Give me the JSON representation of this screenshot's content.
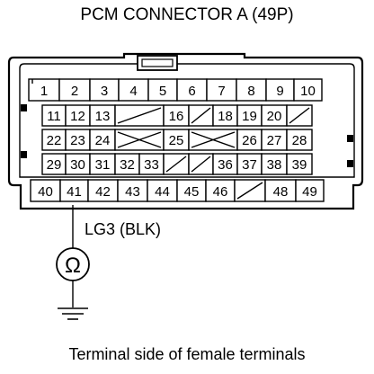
{
  "title": "PCM CONNECTOR A (49P)",
  "caption": "Terminal side of female terminals",
  "probe_label": "LG3 (BLK)",
  "meter_symbol": "Ω",
  "probe_terminal": "41",
  "ground_symbol": "ground-icon",
  "rows": [
    [
      "1",
      "2",
      "3",
      "4",
      "5",
      "6",
      "7",
      "8",
      "9",
      "10"
    ],
    [
      "11",
      "12",
      "13",
      "",
      "16",
      "",
      "18",
      "19",
      "20",
      ""
    ],
    [
      "22",
      "23",
      "24",
      "",
      "25",
      "",
      "26",
      "27",
      "28"
    ],
    [
      "29",
      "30",
      "31",
      "32",
      "33",
      "",
      "",
      "36",
      "37",
      "38",
      "39"
    ],
    [
      "40",
      "41",
      "42",
      "43",
      "44",
      "45",
      "46",
      "",
      "48",
      "49"
    ]
  ]
}
